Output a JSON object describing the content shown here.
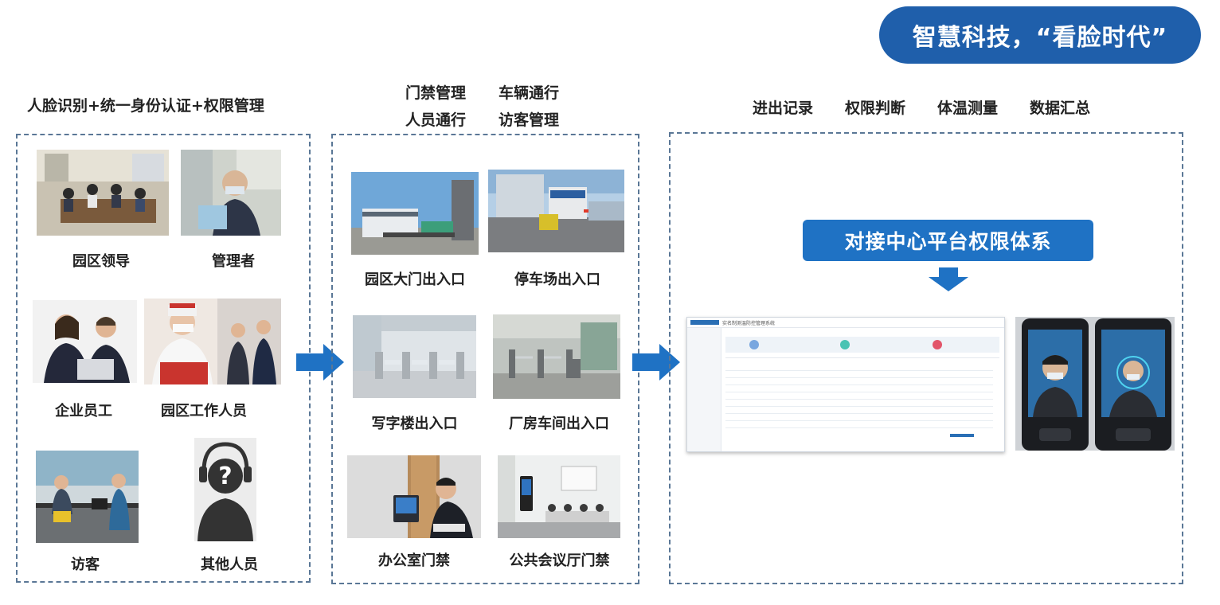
{
  "badge": {
    "text": "智慧科技，“看脸时代”"
  },
  "panel1": {
    "heading": "人脸识别+统一身份认证+权限管理",
    "items": [
      {
        "label": "园区领导",
        "icon": "meeting-photo"
      },
      {
        "label": "管理者",
        "icon": "manager-photo"
      },
      {
        "label": "企业员工",
        "icon": "employees-photo"
      },
      {
        "label": "园区工作人员",
        "icon": "park-staff-photo"
      },
      {
        "label": "访客",
        "icon": "visitor-photo"
      },
      {
        "label": "其他人员",
        "icon": "question-person-icon"
      }
    ]
  },
  "panel2": {
    "heading_lines": [
      "门禁管理",
      "车辆通行",
      "人员通行",
      "访客管理"
    ],
    "items": [
      {
        "label": "园区大门出入口",
        "icon": "park-gate-photo"
      },
      {
        "label": "停车场出入口",
        "icon": "parking-barrier-photo"
      },
      {
        "label": "写字楼出入口",
        "icon": "office-turnstile-photo"
      },
      {
        "label": "厂房车间出入口",
        "icon": "factory-turnstile-photo"
      },
      {
        "label": "办公室门禁",
        "icon": "office-door-terminal-photo"
      },
      {
        "label": "公共会议厅门禁",
        "icon": "meeting-hall-photo"
      }
    ]
  },
  "panel3": {
    "heading_items": [
      "进出记录",
      "权限判断",
      "体温测量",
      "数据汇总"
    ],
    "platform_label": "对接中心平台权限体系",
    "screen_title": "实名制测温防控管理系统",
    "devices_icon": "face-recognition-terminals-photo"
  },
  "colors": {
    "badge": "#1f5fab",
    "arrow": "#1f72c4",
    "platform": "#1f72c4",
    "panel_border": "#5a7796"
  }
}
